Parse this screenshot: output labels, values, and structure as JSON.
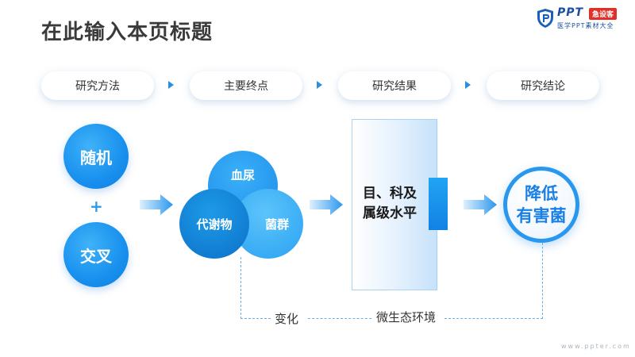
{
  "title": "在此输入本页标题",
  "logo": {
    "brand": "PPT",
    "badge": "急设客",
    "subtitle": "医学PPT素材大全"
  },
  "steps": [
    {
      "label": "研究方法"
    },
    {
      "label": "主要终点"
    },
    {
      "label": "研究结果"
    },
    {
      "label": "研究结论"
    }
  ],
  "methods": {
    "top": "随机",
    "plus": "+",
    "bottom": "交叉"
  },
  "endpoints": {
    "top": "血尿",
    "left": "代谢物",
    "right": "菌群"
  },
  "result": {
    "line1": "目、科及",
    "line2": "属级水平"
  },
  "conclusion": {
    "line1": "降低",
    "line2": "有害菌"
  },
  "annotations": {
    "change": "变化",
    "microecology": "微生态环境"
  },
  "footer": "www.ppter.com",
  "colors": {
    "primary": "#1890ee",
    "accent_dark": "#0c70c8",
    "accent_light": "#5cc4fb",
    "logo_blue": "#1a4fa0",
    "logo_red": "#e0302a"
  }
}
